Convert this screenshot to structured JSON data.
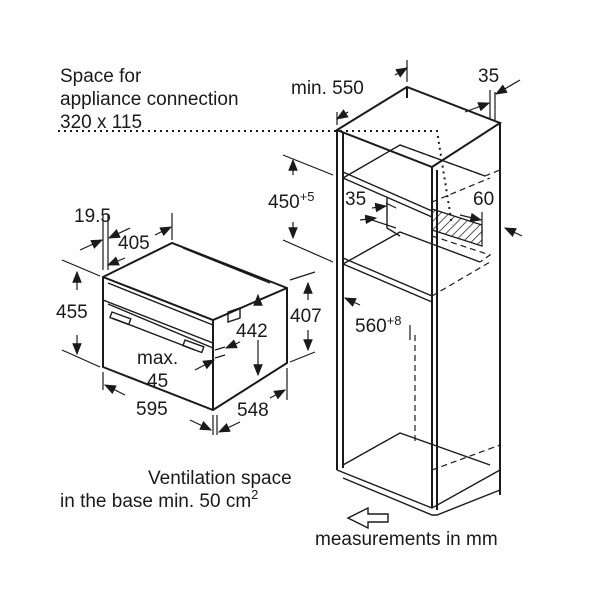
{
  "labels": {
    "connection_line1": "Space for",
    "connection_line2": "appliance connection",
    "connection_line3": "320 x 115",
    "min_550": "min. 550",
    "d35_top": "35",
    "d450": "450",
    "d450_tol": "+5",
    "d35_mid": "35",
    "d60": "60",
    "d560": "560",
    "d560_tol": "+8",
    "d19_5": "19.5",
    "d405": "405",
    "d455": "455",
    "d442": "442",
    "d407": "407",
    "max": "max.",
    "d45": "45",
    "d595": "595",
    "d548": "548",
    "vent_line1": "Ventilation space",
    "vent_line2": "in the base min. 50 cm",
    "vent_sup": "2",
    "units_note": "measurements in mm"
  }
}
